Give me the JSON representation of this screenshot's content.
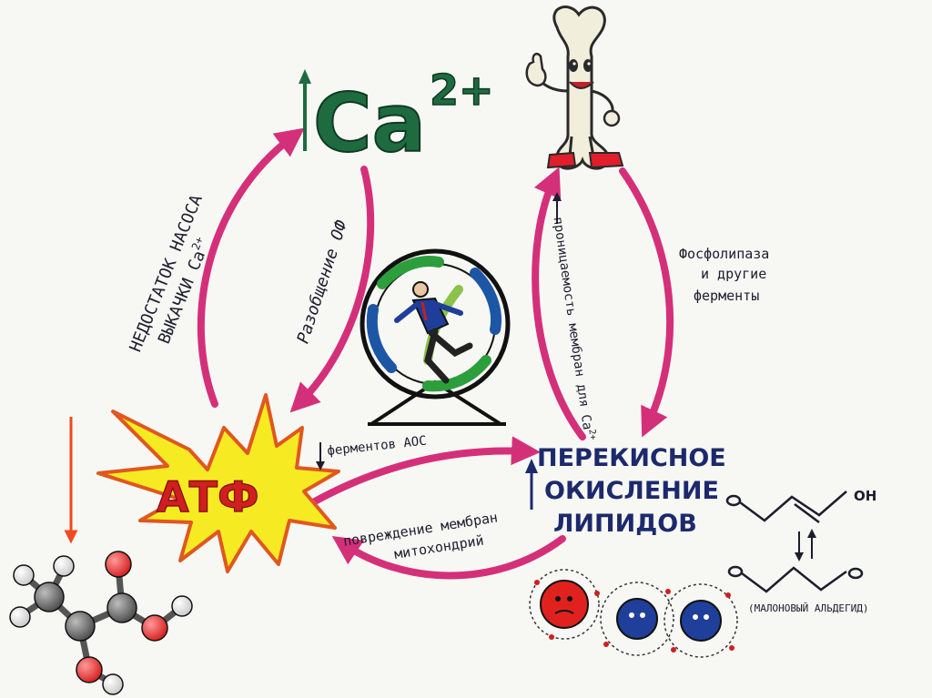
{
  "nodes": {
    "calcium_base": "Ca",
    "calcium_charge": "2+",
    "atp": "АТФ",
    "lpo_line1": "ПЕРЕКИСНОЕ",
    "lpo_line2": "ОКИСЛЕНИЕ",
    "lpo_line3": "ЛИПИДОВ"
  },
  "edges": {
    "pump_line1": "НЕДОСТАТОК НАСОСА",
    "pump_line2_text": "ВЫКАЧКИ Ca",
    "pump_line2_sup": "2+",
    "uncoupling": "Разобщение ОФ",
    "permeability": "проницаемость мембран для Ca",
    "permeability_sup": "2+",
    "phospholipase_line1": "Фосфолипаза",
    "phospholipase_line2": "и другие",
    "phospholipase_line3": "ферменты",
    "aos_enzymes": "ферментов АОС",
    "mito_line1": "повреждение мембран",
    "mito_line2": "митохондрий"
  },
  "molecules": {
    "oh_label": "OH",
    "malonic_caption": "(МАЛОНОВЫЙ АЛЬДЕГИД)"
  },
  "colors": {
    "arrow_magenta": "#d4307a",
    "calcium_green": "#1f6b40",
    "star_yellow": "#f6ea23",
    "star_outline": "#e0571f",
    "atp_red": "#d11e1e",
    "lpo_navy": "#1c2a6c",
    "accent_orange": "#ef4a1f"
  },
  "icons": [
    "bone-mascot-icon",
    "runner-wheel-icon",
    "pyruvate-molecule-icon",
    "radical-atoms-icon"
  ]
}
